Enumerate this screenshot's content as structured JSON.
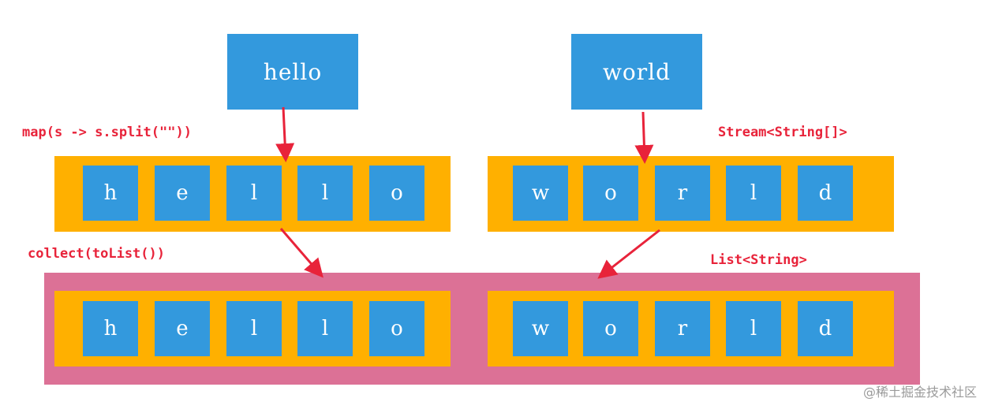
{
  "words": {
    "hello": "hello",
    "world": "world"
  },
  "labels": {
    "map": "map(s -> s.split(\"\"))",
    "stream_type": "Stream<String[]>",
    "collect": "collect(toList())",
    "list_type": "List<String>"
  },
  "stream_row": {
    "hello_chars": [
      "h",
      "e",
      "l",
      "l",
      "o"
    ],
    "world_chars": [
      "w",
      "o",
      "r",
      "l",
      "d"
    ]
  },
  "list_row": {
    "hello_chars": [
      "h",
      "e",
      "l",
      "l",
      "o"
    ],
    "world_chars": [
      "w",
      "o",
      "r",
      "l",
      "d"
    ]
  },
  "watermark": "@稀土掘金技术社区",
  "colors": {
    "box_blue": "#3399dd",
    "band_orange": "#ffb000",
    "list_pink": "#dc7196",
    "arrow_red": "#e8233a",
    "label_red": "#e8233a"
  }
}
